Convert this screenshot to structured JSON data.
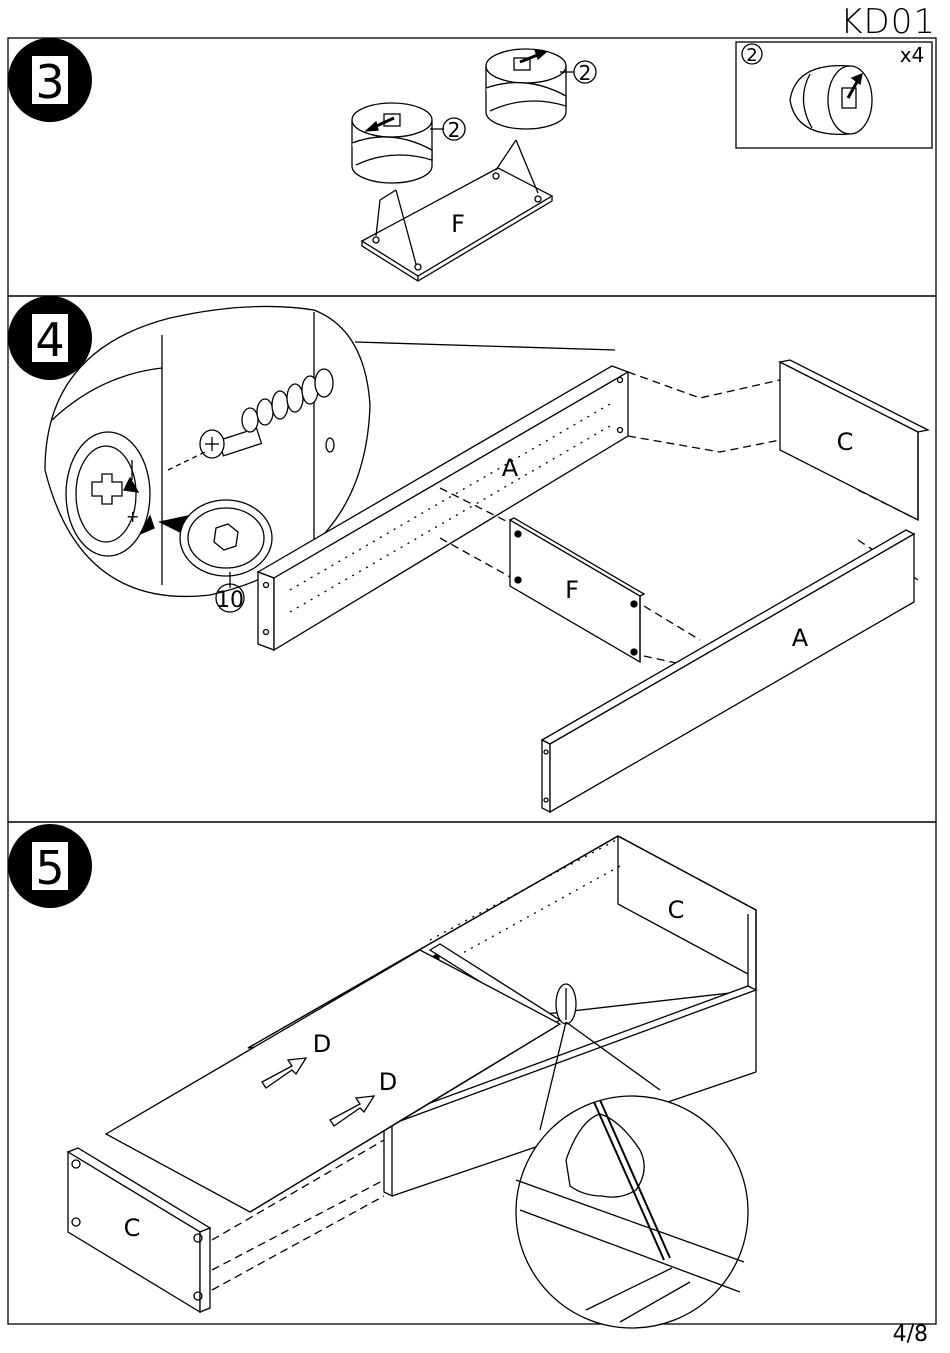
{
  "header": {
    "model_code": "KD01"
  },
  "footer": {
    "page_number": "4/8"
  },
  "steps": [
    {
      "number": "3",
      "panel_label": "F",
      "callout_part": "2",
      "inset": {
        "part": "2",
        "quantity": "x4"
      }
    },
    {
      "number": "4",
      "callout_part": "10",
      "panel_labels": {
        "side_back": "A",
        "divider": "F",
        "end": "C",
        "side_front": "A"
      }
    },
    {
      "number": "5",
      "panel_labels": {
        "end_back": "C",
        "end_front": "C",
        "bottom": "D"
      }
    }
  ]
}
